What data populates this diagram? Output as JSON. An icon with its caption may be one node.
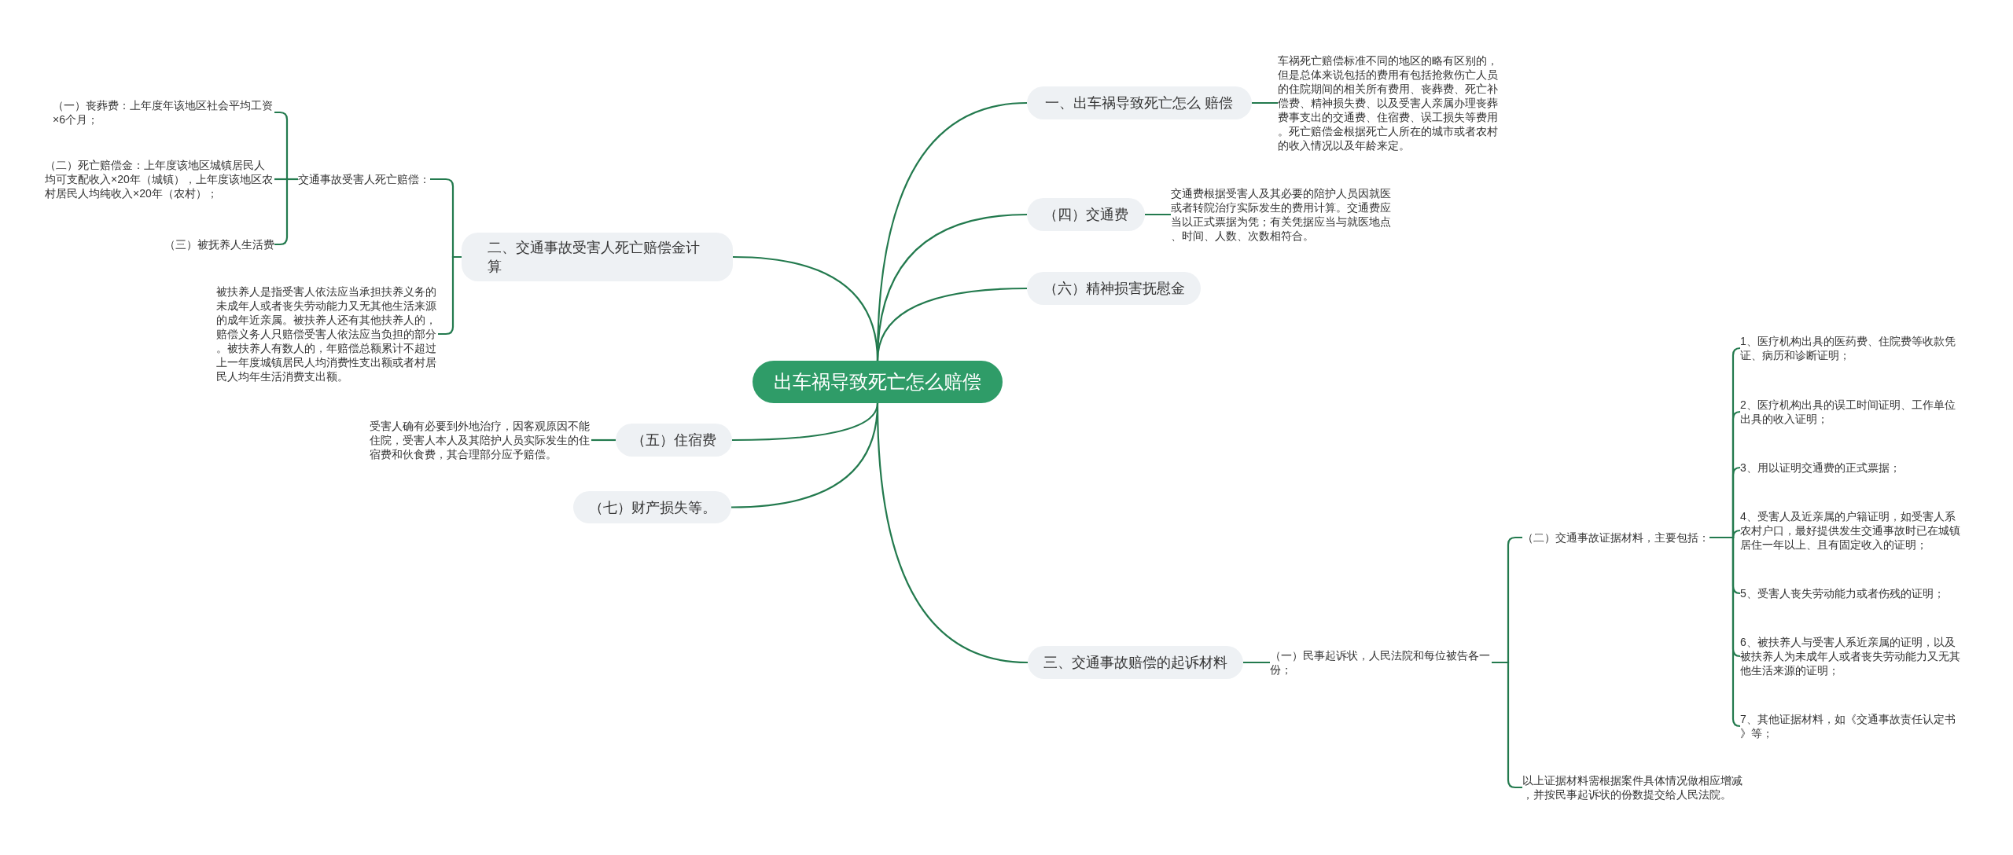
{
  "diagram": {
    "nodes": [
      {
        "text": [
          "出车祸导致死亡怎么赔偿"
        ]
      },
      {
        "text": [
          "一、出车祸导致死亡怎么 赔偿"
        ]
      },
      {
        "text": [
          "车祸死亡赔偿标准不同的地区的略有区别的，但是总体来说包括的费用有包括抢救伤亡人员的住院期间的相关所有费用、丧葬费、死亡补偿费、精神损失费、以及受害人亲属办理丧葬费事支出的交通费、住宿费、误工损失等费用。死亡赔偿金根据死亡人所在的城市或者农村的收入情况以及年龄来定。"
        ]
      },
      {
        "text": [
          "二、交通事故受害人死亡赔偿金计算"
        ]
      },
      {
        "text": [
          "交通事故受害人死亡赔偿："
        ]
      },
      {
        "text": [
          "（一）丧葬费：上年度年该地区社会平均工资×6个月；"
        ]
      },
      {
        "text": [
          "（二）死亡赔偿金：上年度该地区城镇居民人均可支配收入×20年（城镇），上年度该地区农村居民人均纯收入×20年（农村）；"
        ]
      },
      {
        "text": [
          "（三）被抚养人生活费"
        ]
      },
      {
        "text": [
          "被扶养人是指受害人依法应当承担扶养义务的未成年人或者丧失劳动能力又无其他生活来源的成年近亲属。被扶养人还有其他扶养人的，赔偿义务人只赔偿受害人依法应当负担的部分。被扶养人有数人的，年赔偿总额累计不超过上一年度城镇居民人均消费性支出额或者村居民人均年生活消费支出额。"
        ]
      },
      {
        "text": [
          "三、交通事故赔偿的起诉材料"
        ]
      },
      {
        "text": [
          "（一）民事起诉状，人民法院和每位被告各一份；"
        ]
      },
      {
        "text": [
          "（二）交通事故证据材料，主要包括："
        ]
      },
      {
        "text": [
          "1、医疗机构出具的医药费、住院费等收款凭证、病历和诊断证明；"
        ]
      },
      {
        "text": [
          "2、医疗机构出具的误工时间证明、工作单位出具的收入证明；"
        ]
      },
      {
        "text": [
          "3、用以证明交通费的正式票据；"
        ]
      },
      {
        "text": [
          "4、受害人及近亲属的户籍证明，如受害人系农村户口，最好提供发生交通事故时已在城镇居住一年以上、且有固定收入的证明；"
        ]
      },
      {
        "text": [
          "5、受害人丧失劳动能力或者伤残的证明；"
        ]
      },
      {
        "text": [
          "6、被扶养人与受害人系近亲属的证明，以及被扶养人为未成年人或者丧失劳动能力又无其他生活来源的证明；"
        ]
      },
      {
        "text": [
          "7、其他证据材料，如《交通事故责任认定书》等；"
        ]
      },
      {
        "text": [
          "以上证据材料需根据案件具体情况做相应增减，并按民事起诉状的份数提交给人民法院。"
        ]
      },
      {
        "text": [
          "（四）交通费"
        ]
      },
      {
        "text": [
          "交通费根据受害人及其必要的陪护人员因就医或者转院治疗实际发生的费用计算。交通费应当以正式票据为凭；有关凭据应当与就医地点、时间、人数、次数相符合。"
        ]
      },
      {
        "text": [
          "（五）住宿费"
        ]
      },
      {
        "text": [
          "受害人确有必要到外地治疗，因客观原因不能住院，受害人本人及其陪护人员实际发生的住宿费和伙食费，其合理部分应予赔偿。"
        ]
      },
      {
        "text": [
          "（六）精神损害抚慰金"
        ]
      },
      {
        "text": [
          "（七）财产损失等。"
        ]
      }
    ],
    "edges": [
      {
        "from": 0,
        "to": 1,
        "arrow": "none"
      },
      {
        "from": 1,
        "to": 2,
        "arrow": "none"
      },
      {
        "from": 0,
        "to": 3,
        "arrow": "none"
      },
      {
        "from": 3,
        "to": 4,
        "arrow": "none"
      },
      {
        "from": 4,
        "to": 5,
        "arrow": "none"
      },
      {
        "from": 4,
        "to": 6,
        "arrow": "none"
      },
      {
        "from": 4,
        "to": 7,
        "arrow": "none"
      },
      {
        "from": 3,
        "to": 8,
        "arrow": "none"
      },
      {
        "from": 0,
        "to": 9,
        "arrow": "none"
      },
      {
        "from": 9,
        "to": 10,
        "arrow": "none"
      },
      {
        "from": 10,
        "to": 11,
        "arrow": "none"
      },
      {
        "from": 11,
        "to": 12,
        "arrow": "none"
      },
      {
        "from": 11,
        "to": 13,
        "arrow": "none"
      },
      {
        "from": 11,
        "to": 14,
        "arrow": "none"
      },
      {
        "from": 11,
        "to": 15,
        "arrow": "none"
      },
      {
        "from": 11,
        "to": 16,
        "arrow": "none"
      },
      {
        "from": 11,
        "to": 17,
        "arrow": "none"
      },
      {
        "from": 11,
        "to": 18,
        "arrow": "none"
      },
      {
        "from": 10,
        "to": 19,
        "arrow": "none"
      },
      {
        "from": 0,
        "to": 20,
        "arrow": "none"
      },
      {
        "from": 20,
        "to": 21,
        "arrow": "none"
      },
      {
        "from": 0,
        "to": 22,
        "arrow": "none"
      },
      {
        "from": 22,
        "to": 23,
        "arrow": "none"
      },
      {
        "from": 0,
        "to": 24,
        "arrow": "none"
      },
      {
        "from": 0,
        "to": 25,
        "arrow": "none"
      }
    ]
  }
}
